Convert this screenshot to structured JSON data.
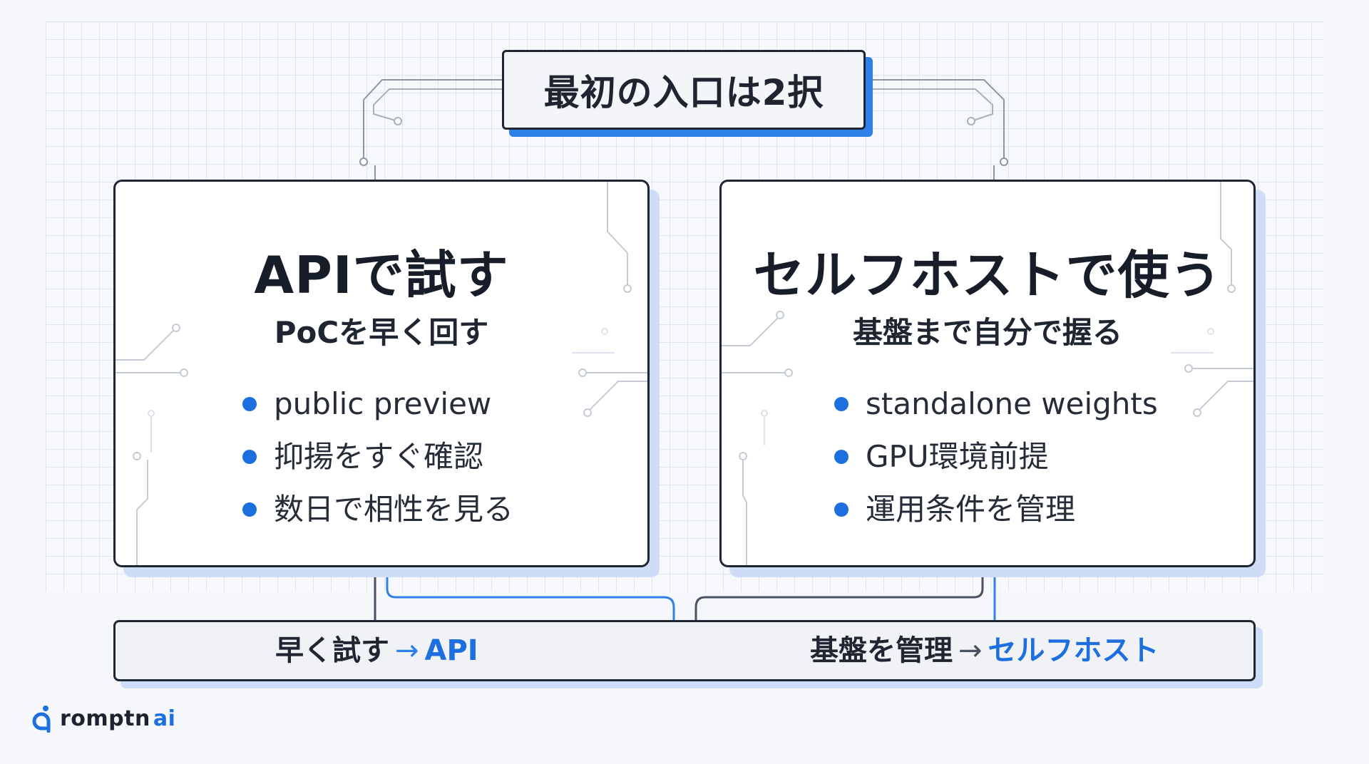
{
  "title": "最初の入口は2択",
  "colors": {
    "accent": "#2f80e8",
    "bullet": "#1d6fe0",
    "border": "#1f2633"
  },
  "cards": [
    {
      "title": "APIで試す",
      "subtitle": "PoCを早く回す",
      "bullets": [
        "public preview",
        "抑揚をすぐ確認",
        "数日で相性を見る"
      ]
    },
    {
      "title": "セルフホストで使う",
      "subtitle": "基盤まで自分で握る",
      "bullets": [
        "standalone weights",
        "GPU環境前提",
        "運用条件を管理"
      ]
    }
  ],
  "summary": {
    "left_text": "早く試す",
    "left_arrow": "→",
    "left_target": "API",
    "right_text": "基盤を管理",
    "right_arrow": "→",
    "right_target": "セルフホスト"
  },
  "logo": {
    "icon": "logo-mark-icon",
    "name": "romptn",
    "suffix": "ai"
  }
}
